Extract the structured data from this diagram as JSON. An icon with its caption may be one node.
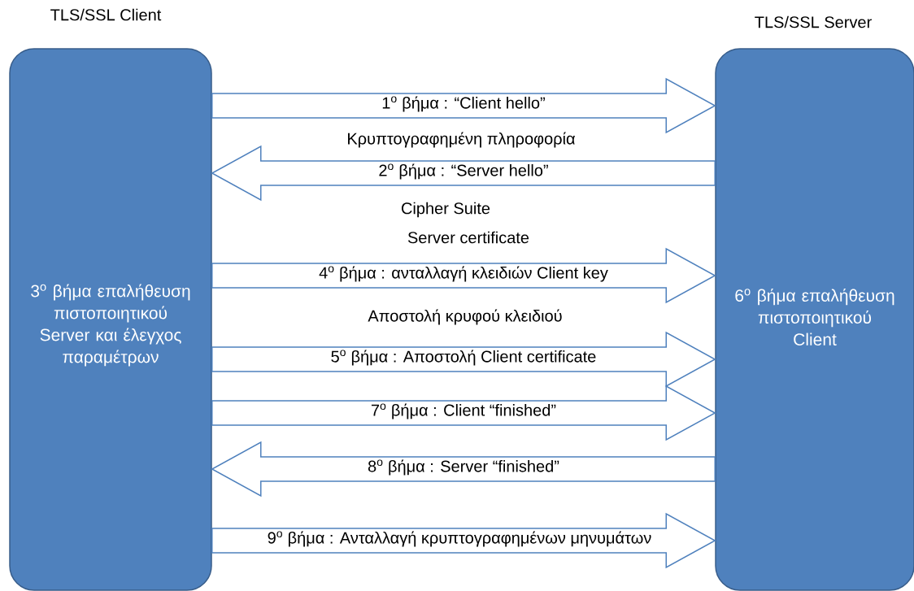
{
  "diagram": {
    "nodes": [
      {
        "text": [
          "TLS/SSL Client",
          "3$^{o}$ βήμα επαλήθευση πιστοποιητικού Server και έλεγχος παραμέτρων"
        ]
      },
      {
        "text": [
          "TLS/SSL Server",
          "6$^{o}$ βήμα επαλήθευση πιστοποιητικού Client"
        ]
      }
    ],
    "edges": [
      {
        "from": 0,
        "to": 1,
        "arrow": "to",
        "label": "1$^{o}$ βήμα : “Client hello”"
      },
      {
        "from": 1,
        "to": 0,
        "arrow": "to",
        "label": "2$^{o}$ βήμα : “Server hello”"
      },
      {
        "from": 0,
        "to": 1,
        "arrow": "to",
        "label": "4$^{o}$ βήμα : ανταλλαγή κλειδιών Client key"
      },
      {
        "from": 0,
        "to": 1,
        "arrow": "to",
        "label": "5$^{o}$ βήμα : Αποστολή Client certificate"
      },
      {
        "from": 0,
        "to": 1,
        "arrow": "to",
        "label": "7$^{o}$ βήμα : Client “finished”"
      },
      {
        "from": 1,
        "to": 0,
        "arrow": "to",
        "label": "8$^{o}$ βήμα : Server “finished”"
      },
      {
        "from": 0,
        "to": 1,
        "arrow": "to",
        "label": "9$^{o}$ βήμα : Ανταλλαγή κρυπτογραφημένων μηνυμάτων"
      }
    ],
    "labels": [
      "Κρυπτογραφημένη πληροφορία",
      "Cipher Suite",
      "Server certificate",
      "Αποστολή κρυφού κλειδιού"
    ]
  }
}
